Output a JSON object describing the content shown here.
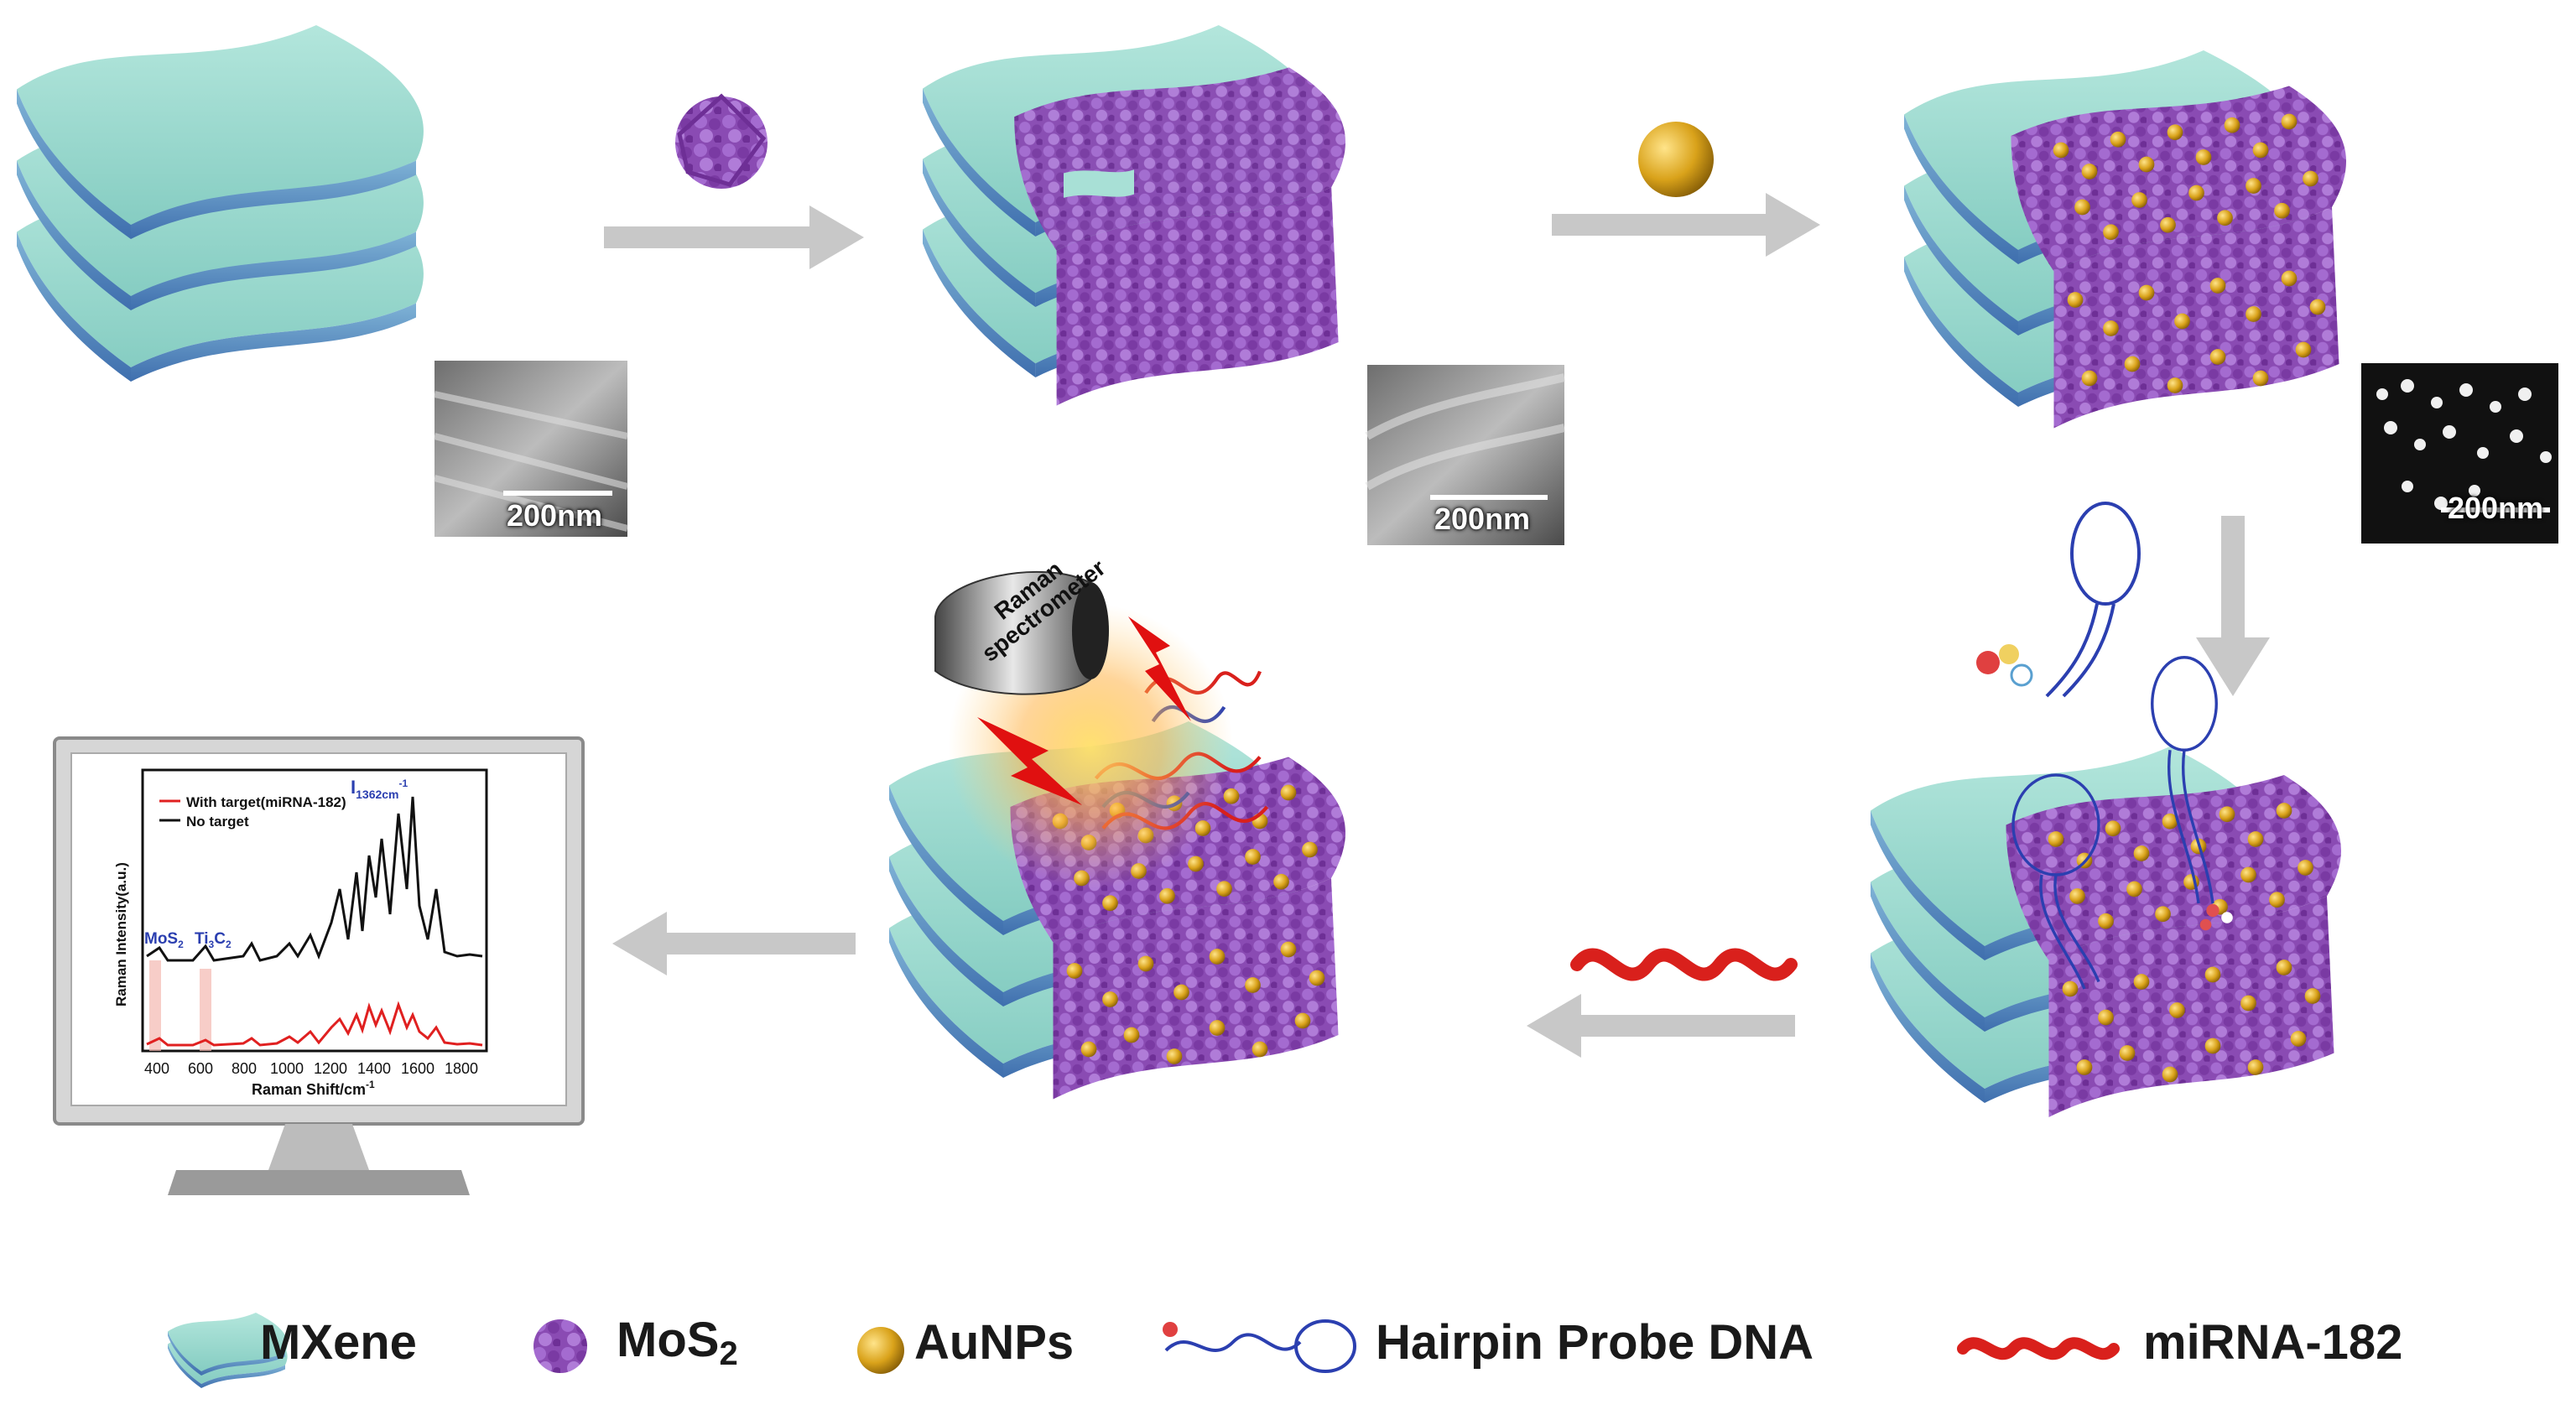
{
  "sem_images": [
    {
      "scale_label": "200nm"
    },
    {
      "scale_label": "200nm"
    },
    {
      "scale_label": "200nm"
    }
  ],
  "spectrometer": {
    "line1": "Raman",
    "line2": "spectrometer"
  },
  "monitor_chart": {
    "legend": [
      "With target(miRNA-182)",
      "No target"
    ],
    "peak_label_main": "I",
    "peak_label_sub": "1362cm",
    "peak_label_sup": "-1",
    "band_labels": [
      "MoS",
      "Ti",
      "C"
    ],
    "band_subs": [
      "2",
      "3",
      "2"
    ],
    "ylabel": "Raman Intensity(a.u.)",
    "xlabel": "Raman Shift/cm",
    "xlabel_sup": "-1",
    "ticks": [
      "400",
      "600",
      "800",
      "1000",
      "1200",
      "1400",
      "1600",
      "1800"
    ]
  },
  "legend": {
    "mxene": "MXene",
    "mos2": "MoS",
    "mos2_sub": "2",
    "aunps": "AuNPs",
    "hairpin": "Hairpin Probe DNA",
    "mirna": "miRNA-182"
  },
  "colors": {
    "mxene": "#a8e0d6",
    "mxene_dark": "#5c8fbf",
    "mos2": "#8e4fb5",
    "gold": "#d9a21a",
    "dna": "#2b3fb0",
    "mirna": "#d9201c",
    "arrow": "#c8c8c8"
  }
}
